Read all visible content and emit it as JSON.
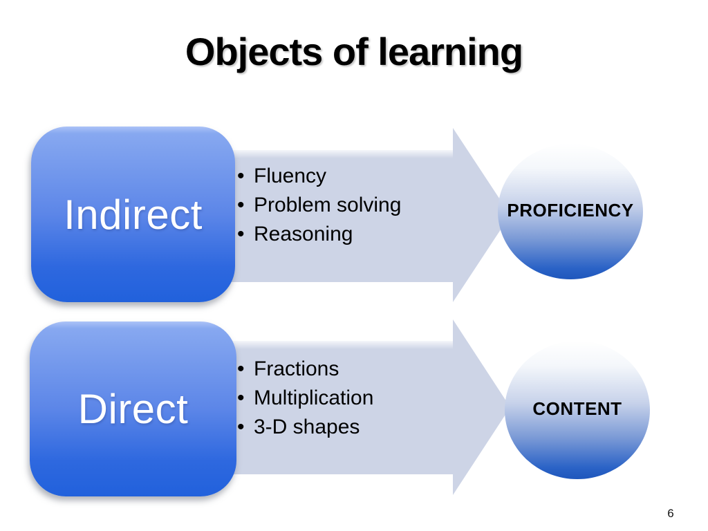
{
  "slide": {
    "title": "Objects of learning",
    "page_number": "6",
    "bullet_char": "•"
  },
  "flows": [
    {
      "source_label": "Indirect",
      "bullets": [
        "Fluency",
        "Problem solving",
        "Reasoning"
      ],
      "target_label": "PROFICIENCY"
    },
    {
      "source_label": "Direct",
      "bullets": [
        "Fractions",
        "Multiplication",
        "3-D shapes"
      ],
      "target_label": "CONTENT"
    }
  ],
  "colors": {
    "box_gradient_top": "#87a8f0",
    "box_gradient_bottom": "#2161dc",
    "box_text": "#ffffff",
    "arrow_fill": "#cdd4e6",
    "sphere_gradient_top": "#ffffff",
    "sphere_gradient_bottom": "#1f57bc",
    "sphere_text": "#000000",
    "title_text": "#000000",
    "bullet_text": "#000000",
    "background": "#ffffff"
  }
}
